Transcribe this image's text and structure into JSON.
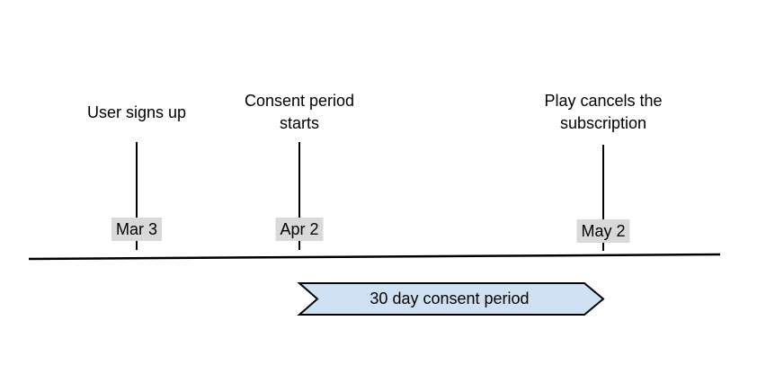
{
  "timeline": {
    "events": [
      {
        "label": "User signs up",
        "date": "Mar 3"
      },
      {
        "label": "Consent period\nstarts",
        "date": "Apr 2"
      },
      {
        "label": "Play cancels the\nsubscription",
        "date": "May 2"
      }
    ],
    "banner": {
      "label": "30 day consent period"
    },
    "colors": {
      "banner_fill": "#cfe2f3",
      "banner_border": "#000000",
      "date_chip_bg": "#d9d9d9",
      "line": "#000000",
      "text": "#000000"
    }
  }
}
